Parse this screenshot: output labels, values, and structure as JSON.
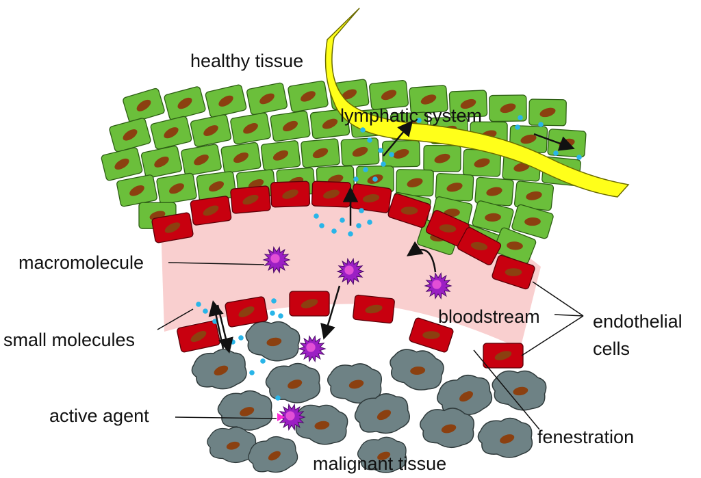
{
  "labels": {
    "healthy_tissue": "healthy tissue",
    "lymphatic_system": "lymphatic system",
    "macromolecule": "macromolecule",
    "small_molecules": "small molecules",
    "bloodstream": "bloodstream",
    "endothelial_cells": "endothelial\ncells",
    "active_agent": "active agent",
    "fenestration": "fenestration",
    "malignant_tissue": "malignant tissue"
  },
  "colors": {
    "healthy_cell": "#6bbf3b",
    "healthy_cell_border": "#2d5e14",
    "nucleus": "#8b4010",
    "endothelial_cell": "#c8000f",
    "endothelial_border": "#5a0008",
    "bloodstream": "#f9cfcf",
    "lymphatic": "#ffff1a",
    "lymphatic_border": "#6b6b00",
    "malignant_cell": "#6e8285",
    "malignant_border": "#2f3a3b",
    "small_molecule": "#29b5e8",
    "macromolecule": "#9b1fc4",
    "macromolecule_center": "#e24fd6",
    "active_agent_core": "#ff2bd6"
  }
}
